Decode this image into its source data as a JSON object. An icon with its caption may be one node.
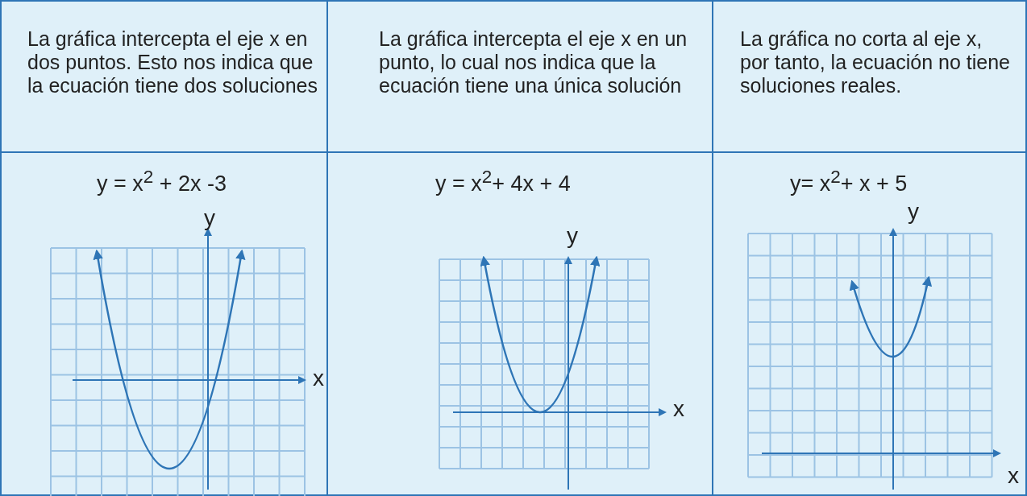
{
  "diagram": {
    "labels": [
      "La gráfica intercepta el eje x en dos puntos. Esto nos indica que la ecuación tiene dos soluciones",
      "La gráfica intercepta el eje x en un punto, lo cual nos indica que la ecuación tiene una única solución",
      "La gráfica no corta al eje x, por tanto, la ecuación no tiene soluciones reales.",
      "y = x$^{2}$ + 2x -3",
      "y = x$^{2}$+ 4x + 4",
      "y= x$^{2}$+ x + 5",
      "y",
      "x",
      "y",
      "x",
      "y",
      "x"
    ]
  }
}
